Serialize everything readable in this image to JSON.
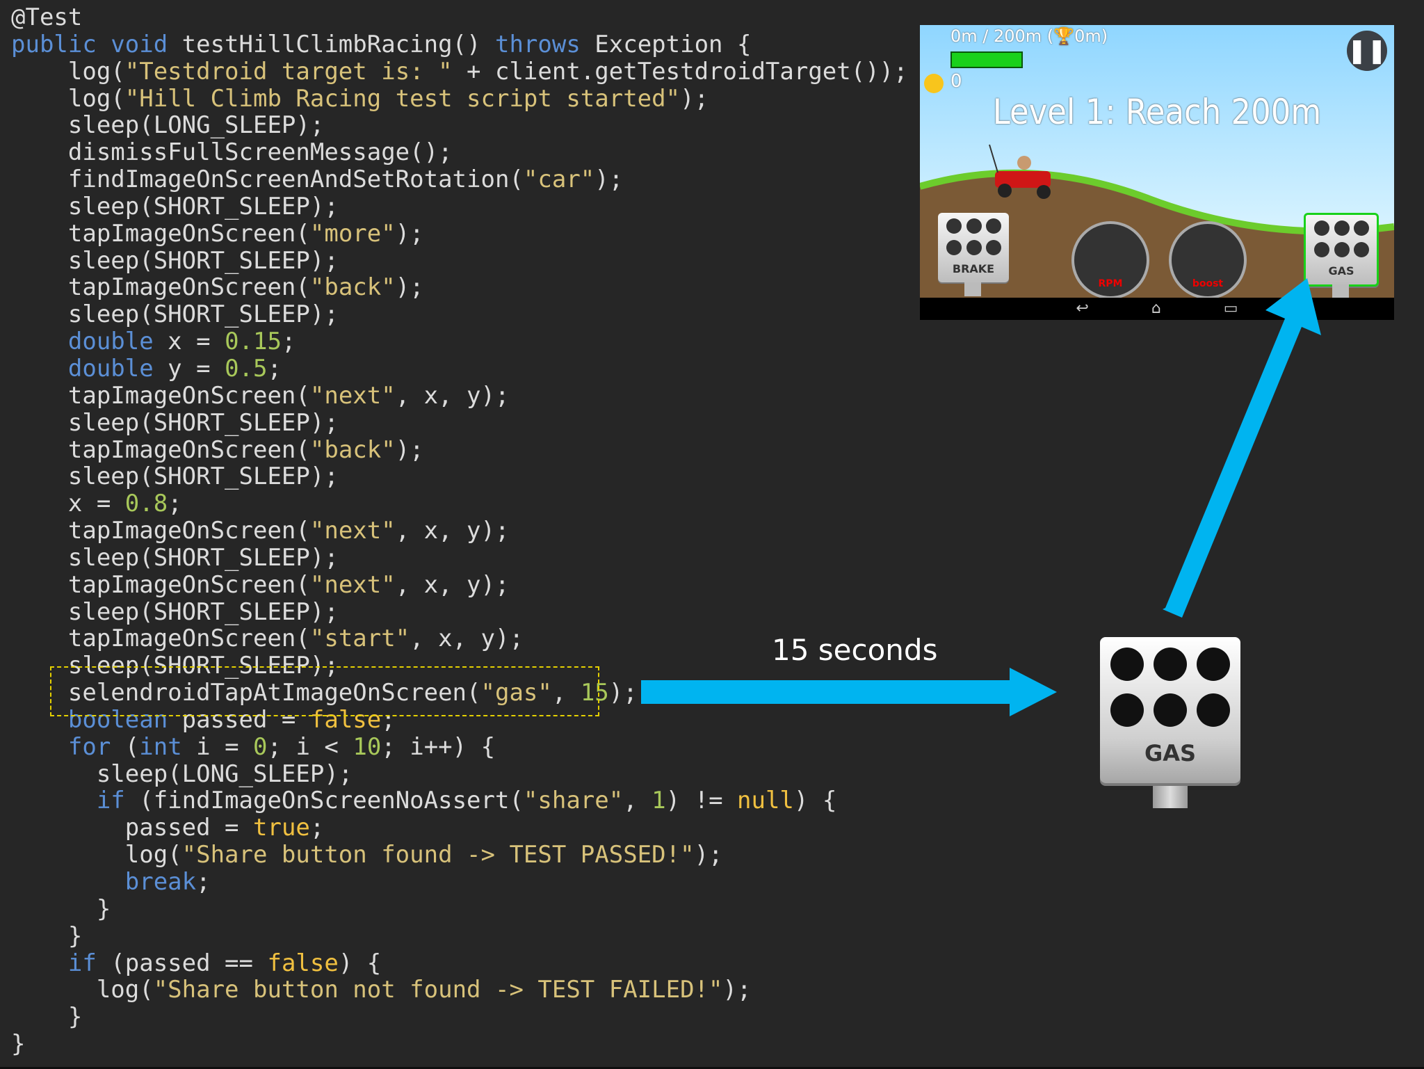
{
  "code_lines": [
    [
      {
        "t": "@Test",
        "c": ""
      }
    ],
    [
      {
        "t": "public void ",
        "c": "kw"
      },
      {
        "t": "testHillClimbRacing() ",
        "c": ""
      },
      {
        "t": "throws ",
        "c": "kw"
      },
      {
        "t": "Exception {",
        "c": ""
      }
    ],
    [
      {
        "t": "    log(",
        "c": ""
      },
      {
        "t": "\"Testdroid target is: \"",
        "c": "st"
      },
      {
        "t": " + client.getTestdroidTarget());",
        "c": ""
      }
    ],
    [
      {
        "t": "    log(",
        "c": ""
      },
      {
        "t": "\"Hill Climb Racing test script started\"",
        "c": "st"
      },
      {
        "t": ");",
        "c": ""
      }
    ],
    [
      {
        "t": "    sleep(LONG_SLEEP);",
        "c": ""
      }
    ],
    [
      {
        "t": "    dismissFullScreenMessage();",
        "c": ""
      }
    ],
    [
      {
        "t": "    findImageOnScreenAndSetRotation(",
        "c": ""
      },
      {
        "t": "\"car\"",
        "c": "st"
      },
      {
        "t": ");",
        "c": ""
      }
    ],
    [
      {
        "t": "    sleep(SHORT_SLEEP);",
        "c": ""
      }
    ],
    [
      {
        "t": "    tapImageOnScreen(",
        "c": ""
      },
      {
        "t": "\"more\"",
        "c": "st"
      },
      {
        "t": ");",
        "c": ""
      }
    ],
    [
      {
        "t": "    sleep(SHORT_SLEEP);",
        "c": ""
      }
    ],
    [
      {
        "t": "    tapImageOnScreen(",
        "c": ""
      },
      {
        "t": "\"back\"",
        "c": "st"
      },
      {
        "t": ");",
        "c": ""
      }
    ],
    [
      {
        "t": "    sleep(SHORT_SLEEP);",
        "c": ""
      }
    ],
    [
      {
        "t": "    double ",
        "c": "kw"
      },
      {
        "t": "x = ",
        "c": ""
      },
      {
        "t": "0.15",
        "c": "nm"
      },
      {
        "t": ";",
        "c": ""
      }
    ],
    [
      {
        "t": "    double ",
        "c": "kw"
      },
      {
        "t": "y = ",
        "c": ""
      },
      {
        "t": "0.5",
        "c": "nm"
      },
      {
        "t": ";",
        "c": ""
      }
    ],
    [
      {
        "t": "    tapImageOnScreen(",
        "c": ""
      },
      {
        "t": "\"next\"",
        "c": "st"
      },
      {
        "t": ", x, y);",
        "c": ""
      }
    ],
    [
      {
        "t": "    sleep(SHORT_SLEEP);",
        "c": ""
      }
    ],
    [
      {
        "t": "    tapImageOnScreen(",
        "c": ""
      },
      {
        "t": "\"back\"",
        "c": "st"
      },
      {
        "t": ");",
        "c": ""
      }
    ],
    [
      {
        "t": "    sleep(SHORT_SLEEP);",
        "c": ""
      }
    ],
    [
      {
        "t": "    x = ",
        "c": ""
      },
      {
        "t": "0.8",
        "c": "nm"
      },
      {
        "t": ";",
        "c": ""
      }
    ],
    [
      {
        "t": "    tapImageOnScreen(",
        "c": ""
      },
      {
        "t": "\"next\"",
        "c": "st"
      },
      {
        "t": ", x, y);",
        "c": ""
      }
    ],
    [
      {
        "t": "    sleep(SHORT_SLEEP);",
        "c": ""
      }
    ],
    [
      {
        "t": "    tapImageOnScreen(",
        "c": ""
      },
      {
        "t": "\"next\"",
        "c": "st"
      },
      {
        "t": ", x, y);",
        "c": ""
      }
    ],
    [
      {
        "t": "    sleep(SHORT_SLEEP);",
        "c": ""
      }
    ],
    [
      {
        "t": "    tapImageOnScreen(",
        "c": ""
      },
      {
        "t": "\"start\"",
        "c": "st"
      },
      {
        "t": ", x, y);",
        "c": ""
      }
    ],
    [
      {
        "t": "    sleep(SHORT_SLEEP);",
        "c": ""
      }
    ],
    [
      {
        "t": "    selendroidTapAtImageOnScreen(",
        "c": ""
      },
      {
        "t": "\"gas\"",
        "c": "st"
      },
      {
        "t": ", ",
        "c": ""
      },
      {
        "t": "15",
        "c": "nm"
      },
      {
        "t": ");",
        "c": ""
      }
    ],
    [
      {
        "t": "    boolean ",
        "c": "kw"
      },
      {
        "t": "passed = ",
        "c": ""
      },
      {
        "t": "false",
        "c": "bk"
      },
      {
        "t": ";",
        "c": ""
      }
    ],
    [
      {
        "t": "    for ",
        "c": "kw"
      },
      {
        "t": "(",
        "c": ""
      },
      {
        "t": "int ",
        "c": "kw"
      },
      {
        "t": "i = ",
        "c": ""
      },
      {
        "t": "0",
        "c": "nm"
      },
      {
        "t": "; i < ",
        "c": ""
      },
      {
        "t": "10",
        "c": "nm"
      },
      {
        "t": "; i++) {",
        "c": ""
      }
    ],
    [
      {
        "t": "      sleep(LONG_SLEEP);",
        "c": ""
      }
    ],
    [
      {
        "t": "      if ",
        "c": "kw"
      },
      {
        "t": "(findImageOnScreenNoAssert(",
        "c": ""
      },
      {
        "t": "\"share\"",
        "c": "st"
      },
      {
        "t": ", ",
        "c": ""
      },
      {
        "t": "1",
        "c": "nm"
      },
      {
        "t": ") != ",
        "c": ""
      },
      {
        "t": "null",
        "c": "bk"
      },
      {
        "t": ") {",
        "c": ""
      }
    ],
    [
      {
        "t": "        passed = ",
        "c": ""
      },
      {
        "t": "true",
        "c": "bk"
      },
      {
        "t": ";",
        "c": ""
      }
    ],
    [
      {
        "t": "        log(",
        "c": ""
      },
      {
        "t": "\"Share button found -> TEST PASSED!\"",
        "c": "st"
      },
      {
        "t": ");",
        "c": ""
      }
    ],
    [
      {
        "t": "        break",
        "c": "kw"
      },
      {
        "t": ";",
        "c": ""
      }
    ],
    [
      {
        "t": "      }",
        "c": ""
      }
    ],
    [
      {
        "t": "    }",
        "c": ""
      }
    ],
    [
      {
        "t": "    if ",
        "c": "kw"
      },
      {
        "t": "(passed == ",
        "c": ""
      },
      {
        "t": "false",
        "c": "bk"
      },
      {
        "t": ") {",
        "c": ""
      }
    ],
    [
      {
        "t": "      log(",
        "c": ""
      },
      {
        "t": "\"Share button not found -> TEST FAILED!\"",
        "c": "st"
      },
      {
        "t": ");",
        "c": ""
      }
    ],
    [
      {
        "t": "    }",
        "c": ""
      }
    ],
    [
      {
        "t": "}",
        "c": ""
      }
    ]
  ],
  "annotation": {
    "duration_label": "15 seconds"
  },
  "game": {
    "distance": "0m / 200m (",
    "trophy_icon": "trophy-icon",
    "best": "0m)",
    "coins": "0",
    "fuel_level": 1.0,
    "level_title": "Level 1: Reach 200m",
    "brake_label": "BRAKE",
    "gas_label": "GAS",
    "rpm_label": "RPM",
    "boost_label": "boost"
  },
  "gas_pedal_zoom": {
    "label": "GAS"
  },
  "colors": {
    "arrow": "#00b4f0",
    "highlight": "#e4d000",
    "fuel": "#1ad11a"
  }
}
